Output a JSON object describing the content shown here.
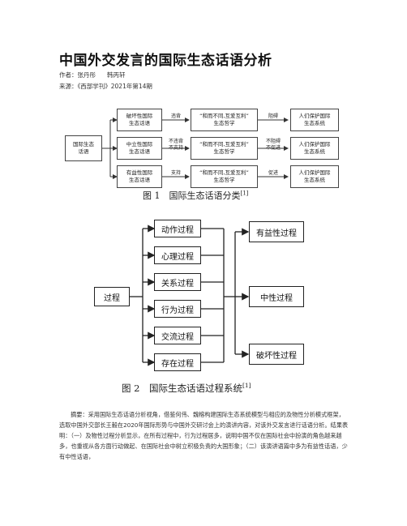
{
  "document": {
    "title": "中国外交发言的国际生态话语分析",
    "authors_label": "作者：张丹彤",
    "authors_second": "韩丙轩",
    "source": "来源：《西部学刊》2021年第14期"
  },
  "figure1": {
    "root": "国际生态\n话语",
    "rows": [
      {
        "discourse": "破坏性国际\n生态话语",
        "relation": "违背",
        "philosophy": "“和而不同,互爱互利”\n生态哲学",
        "effect": "阻碍",
        "result": "人们保护国际\n生态系统"
      },
      {
        "discourse": "中立性国际\n生态话语",
        "relation": "不违背\n不支持",
        "philosophy": "“和而不同,互爱互利”\n生态哲学",
        "effect": "不阻碍\n不促进",
        "result": "人们保护国际\n生态系统"
      },
      {
        "discourse": "有益性国际\n生态话语",
        "relation": "支持",
        "philosophy": "“和而不同,互爱互利”\n生态哲学",
        "effect": "促进",
        "result": "人们保护国际\n生态系统"
      }
    ],
    "caption": "图 1　国际生态话语分类",
    "caption_ref": "[1]"
  },
  "figure2": {
    "root": "过程",
    "processes": [
      "动作过程",
      "心理过程",
      "关系过程",
      "行为过程",
      "交流过程",
      "存在过程"
    ],
    "outcomes": [
      "有益性过程",
      "中性过程",
      "破坏性过程"
    ],
    "caption": "图 2　国际生态话语过程系统",
    "caption_ref": "[1]"
  },
  "abstract": "摘要：采用国际生态话语分析视角，借鉴何伟、魏榕构建国际生态系统模型与相应的及物性分析模式框架，选取中国外交部长王毅在2020年国际形势与中国外交研讨会上的演讲内容，对该外交发言进行话语分析。结果表明：（一）及物性过程分析显示，在所有过程中，行为过程居多，说明中国不仅在国际社会中扮演的角色越来越多，也重视从各方面行动做起、在国际社会中树立积极负责的大国形象；（二）该演讲语篇中多为有益性话语，少有中性话语，"
}
